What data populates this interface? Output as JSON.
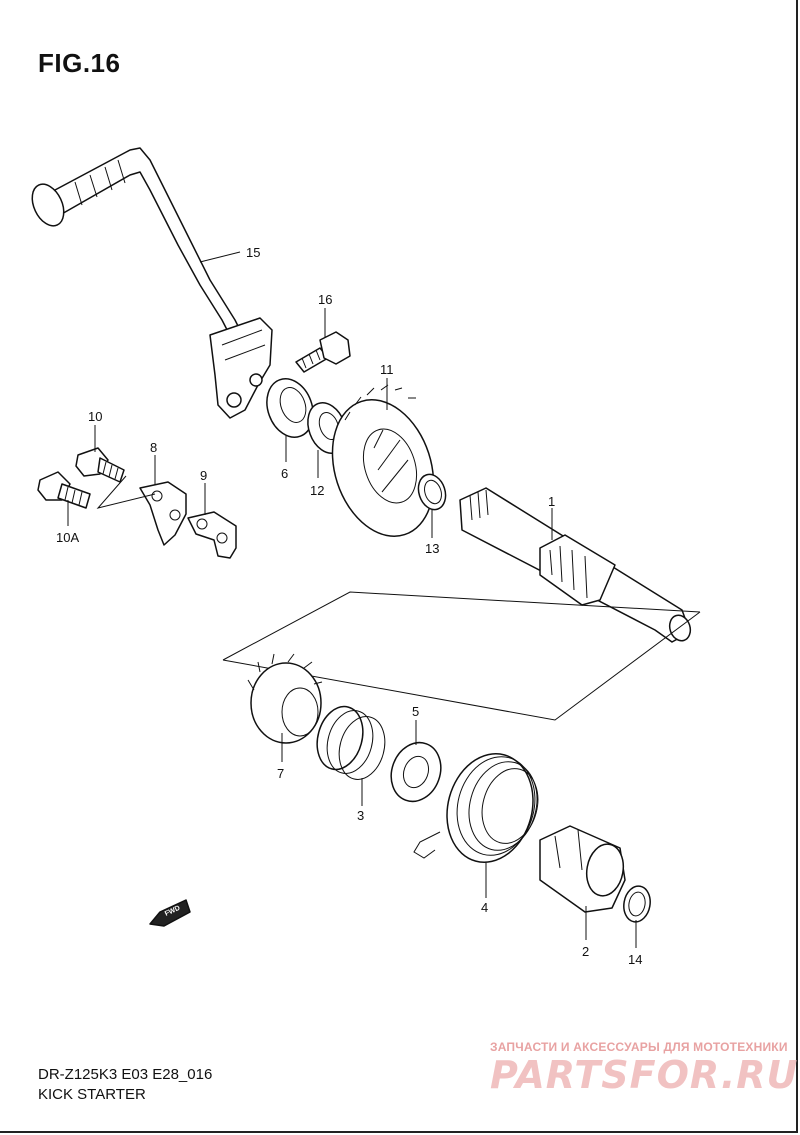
{
  "header": {
    "title": "FIG.16"
  },
  "footer": {
    "model_code": "DR-Z125K3 E03 E28_016",
    "section_name": "KICK STARTER"
  },
  "watermark": {
    "tagline": "ЗАПЧАСТИ И АКСЕССУАРЫ ДЛЯ МОТОТЕХНИКИ",
    "brand": "PARTSFOR.RU"
  },
  "direction_arrow": {
    "label": "FWD"
  },
  "callouts": {
    "c1": "1",
    "c2": "2",
    "c3": "3",
    "c4": "4",
    "c5": "5",
    "c6": "6",
    "c7": "7",
    "c8": "8",
    "c9": "9",
    "c10": "10",
    "c10a": "10A",
    "c11": "11",
    "c12": "12",
    "c13": "13",
    "c14": "14",
    "c15": "15",
    "c16": "16"
  }
}
